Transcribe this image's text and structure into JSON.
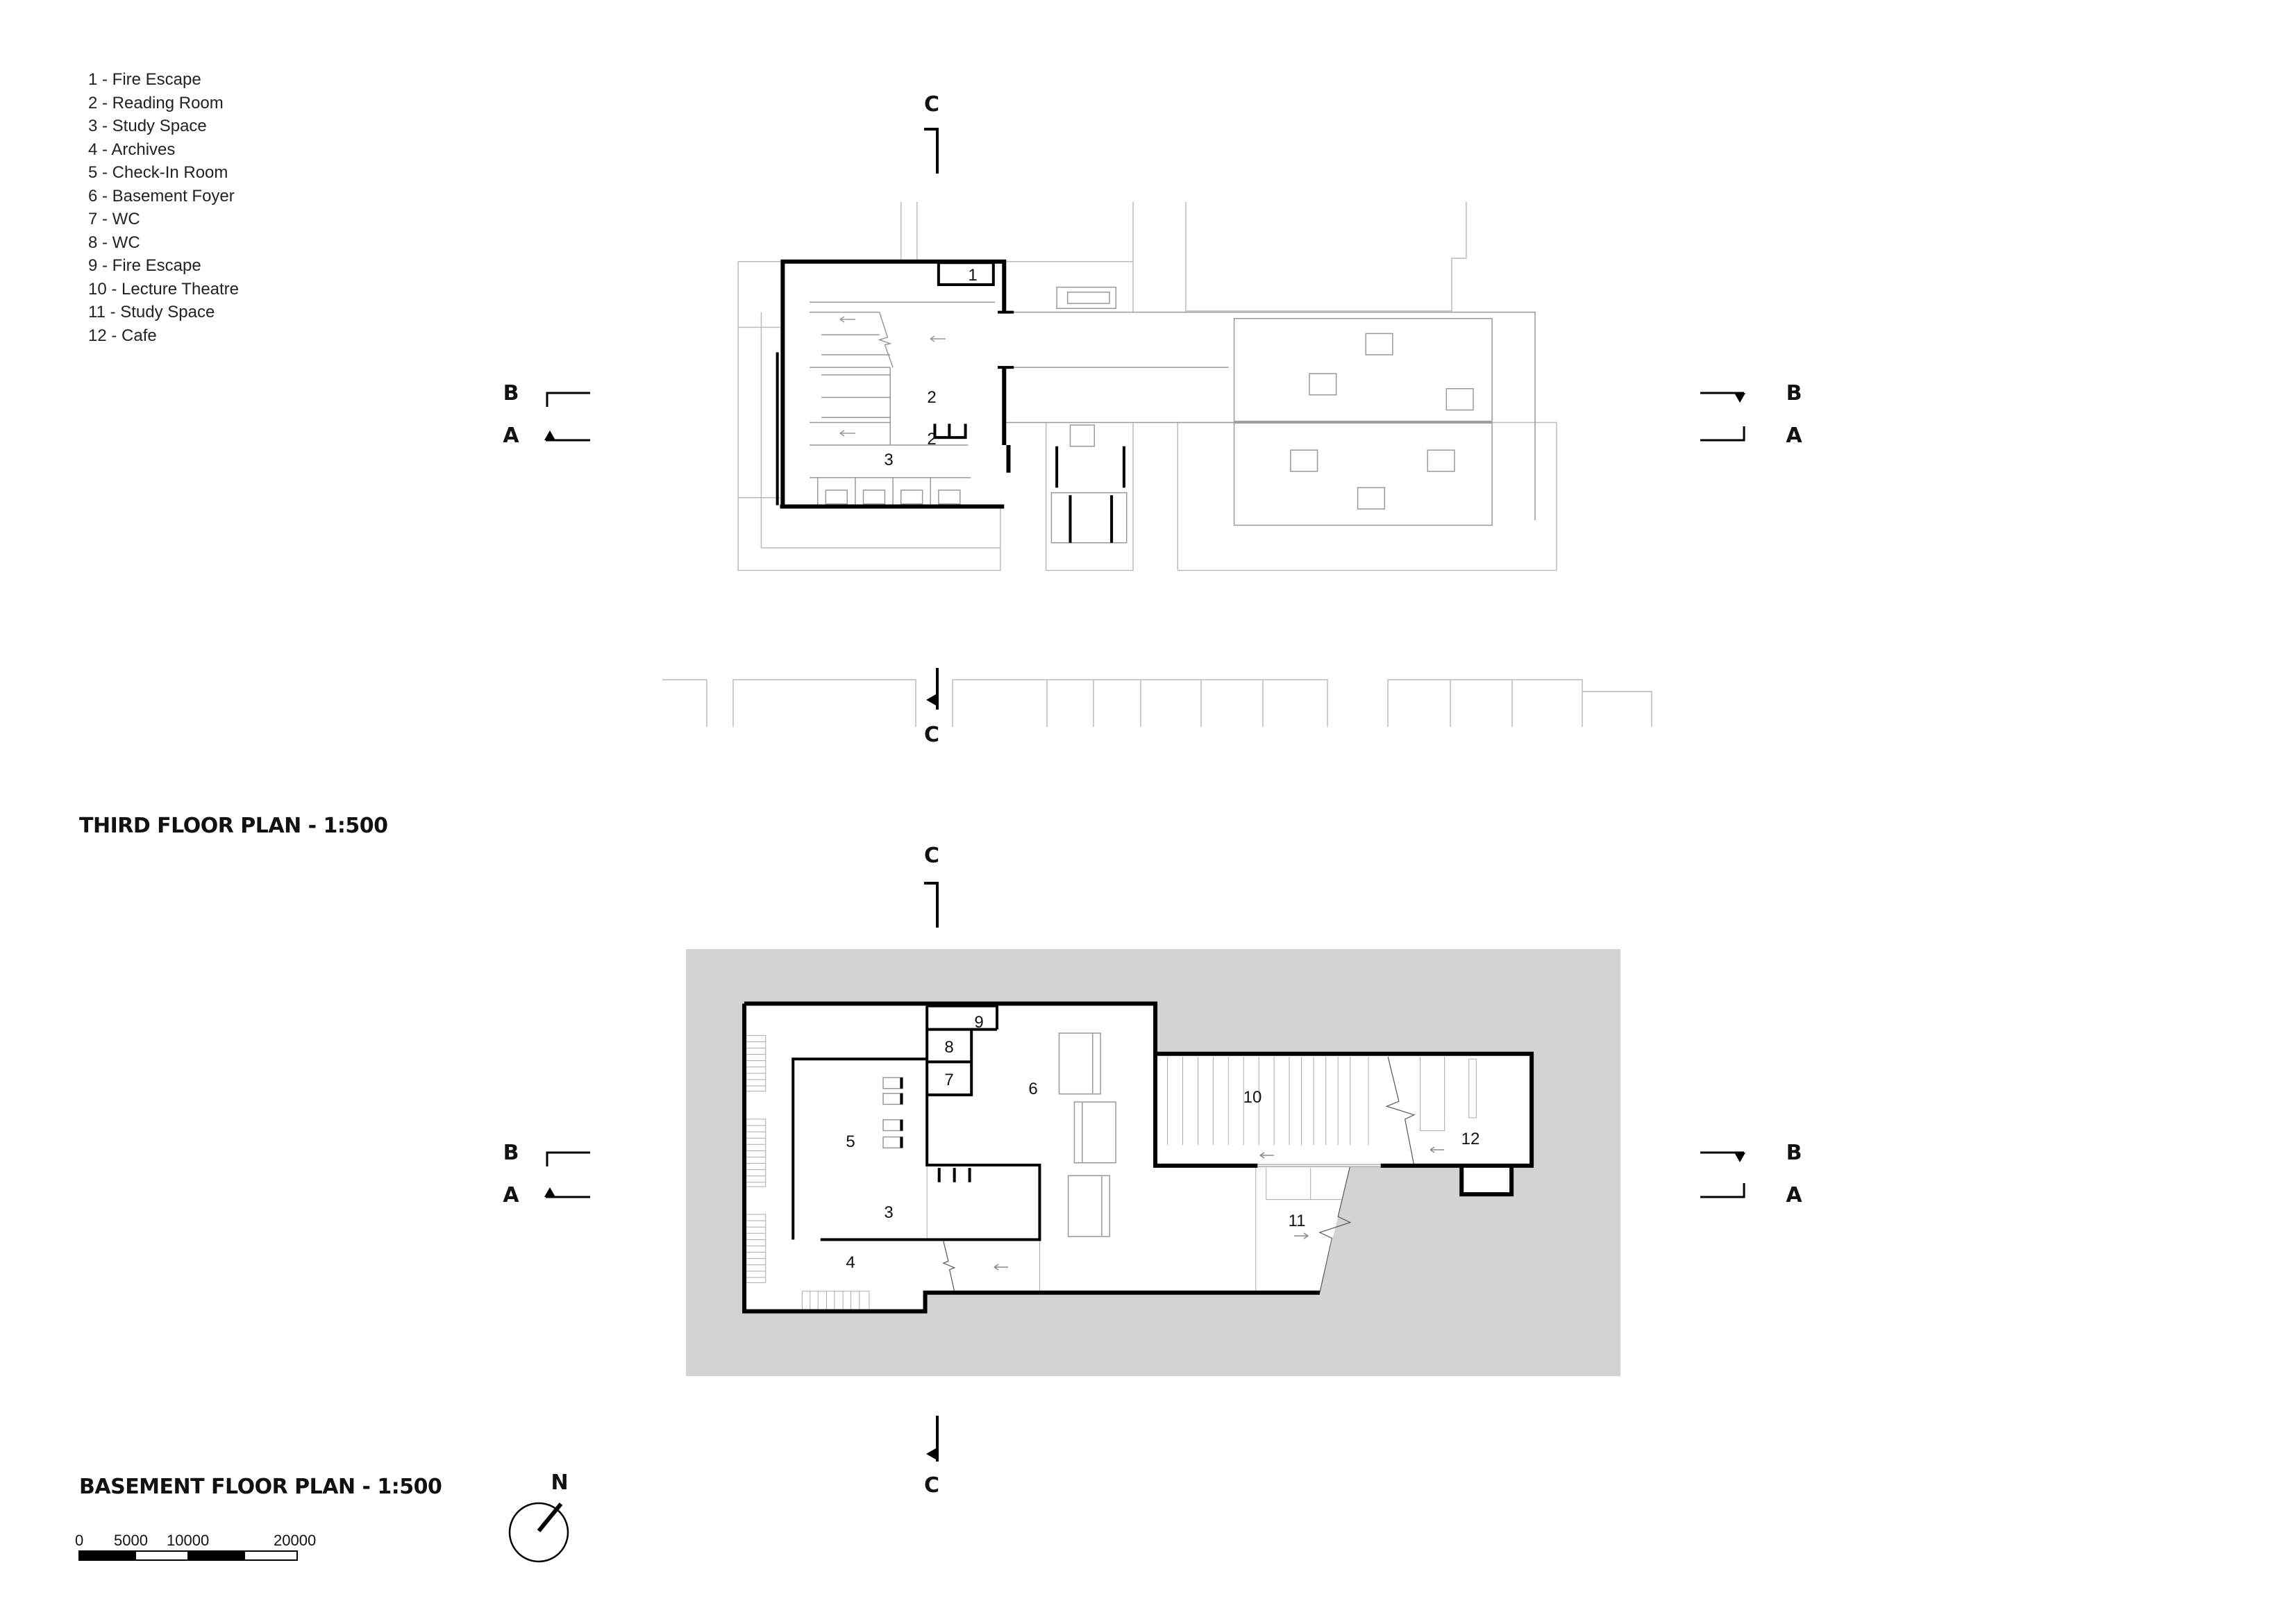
{
  "legend": [
    "1 - Fire Escape",
    "2 - Reading Room",
    "3 - Study Space",
    "4 - Archives",
    "5 - Check-In Room",
    "6 - Basement Foyer",
    "7 - WC",
    "8 - WC",
    "9 - Fire Escape",
    "10 - Lecture Theatre",
    "11 - Study Space",
    "12 - Cafe"
  ],
  "third_floor": {
    "title": "THIRD FLOOR PLAN - 1:500",
    "room_labels": [
      "1",
      "2",
      "2",
      "3"
    ],
    "section_marks": {
      "c_top": "C",
      "c_bottom": "C",
      "b_left": "B",
      "a_left": "A",
      "b_right": "B",
      "a_right": "A"
    }
  },
  "basement": {
    "title": "BASEMENT FLOOR PLAN - 1:500",
    "room_labels": [
      "9",
      "8",
      "7",
      "6",
      "10",
      "12",
      "5",
      "3",
      "11",
      "4"
    ],
    "section_marks": {
      "c_top": "C",
      "c_bottom": "C",
      "b_left": "B",
      "a_left": "A",
      "b_right": "B",
      "a_right": "A"
    },
    "site_fill": "#d1d3d4"
  },
  "scale_bar": {
    "labels": [
      "0",
      "5000",
      "10000",
      "20000"
    ]
  },
  "north_arrow": {
    "label": "N",
    "icon": "north-arrow-icon"
  }
}
